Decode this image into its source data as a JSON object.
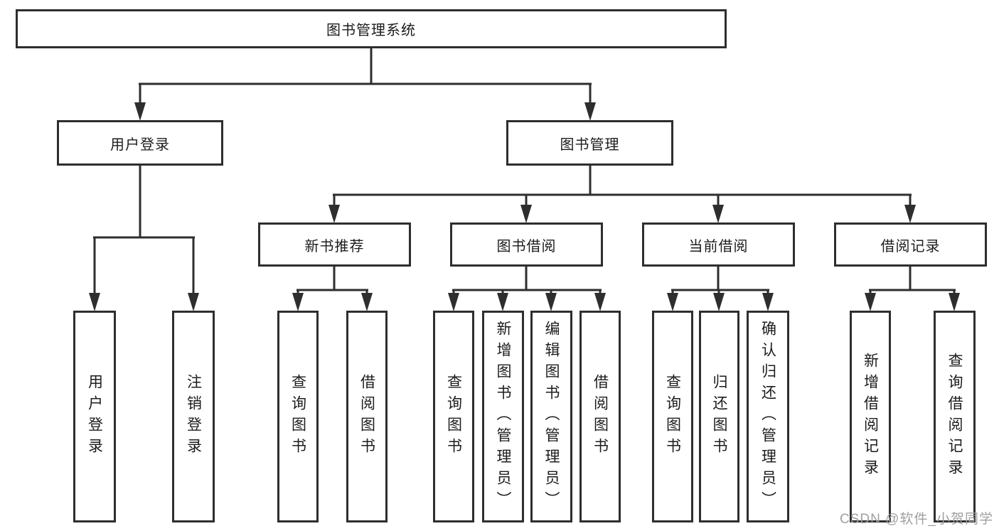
{
  "diagram": {
    "root": {
      "label": "图书管理系统"
    },
    "level2": [
      {
        "id": "user-login",
        "label": "用户登录"
      },
      {
        "id": "book-management",
        "label": "图书管理"
      }
    ],
    "level3": [
      {
        "id": "new-book-recommend",
        "label": "新书推荐"
      },
      {
        "id": "book-borrow",
        "label": "图书借阅"
      },
      {
        "id": "current-borrow",
        "label": "当前借阅"
      },
      {
        "id": "borrow-records",
        "label": "借阅记录"
      }
    ],
    "leaves": [
      {
        "parent": "user-login",
        "label": "用户登录"
      },
      {
        "parent": "user-login",
        "label": "注销登录"
      },
      {
        "parent": "new-book-recommend",
        "label": "查询图书"
      },
      {
        "parent": "new-book-recommend",
        "label": "借阅图书"
      },
      {
        "parent": "book-borrow",
        "label": "查询图书"
      },
      {
        "parent": "book-borrow",
        "label": "新增图书（管理员）"
      },
      {
        "parent": "book-borrow",
        "label": "编辑图书（管理员）"
      },
      {
        "parent": "book-borrow",
        "label": "借阅图书"
      },
      {
        "parent": "current-borrow",
        "label": "查询图书"
      },
      {
        "parent": "current-borrow",
        "label": "归还图书"
      },
      {
        "parent": "current-borrow",
        "label": "确认归还（管理员）"
      },
      {
        "parent": "borrow-records",
        "label": "新增借阅记录"
      },
      {
        "parent": "borrow-records",
        "label": "查询借阅记录"
      }
    ],
    "watermark": "CSDN @软件_小贺同学",
    "colors": {
      "line": "#2e2e2e",
      "box_border": "#2e2e2e",
      "text": "#1c1c1c",
      "watermark": "#9f9f9f",
      "background": "#ffffff"
    }
  }
}
